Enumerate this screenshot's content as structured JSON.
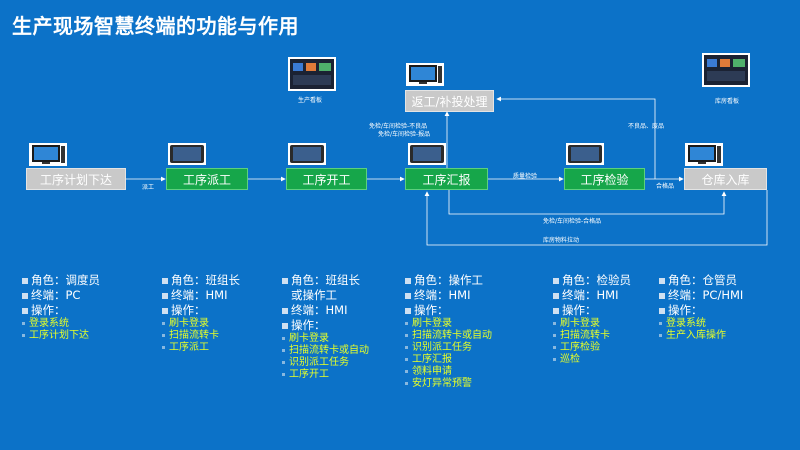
{
  "title": "生产现场智慧终端的功能与作用",
  "nodes": {
    "plan": "工序计划下达",
    "dispatch": "工序派工",
    "start": "工序开工",
    "report": "工序汇报",
    "inspect": "工序检验",
    "store": "仓库入库",
    "rework": "返工/补投处理"
  },
  "captions": {
    "prod_board": "生产看板",
    "wh_board": "库房看板"
  },
  "flow_labels": {
    "dispatch": "派工",
    "rework_bad": "免检/车间检验-不良品",
    "rework_scrap": "免检/车间检验-报品",
    "quality": "质量检验",
    "bad_scrap": "不良品、废品",
    "qualified": "合格品",
    "exempt_ok": "免检/车间检验-合格品",
    "material": "库房物料拉动"
  },
  "roles": [
    {
      "role": "角色：调度员",
      "term": "终端：PC",
      "op": "操作：",
      "actions": [
        "登录系统",
        "工序计划下达"
      ]
    },
    {
      "role": "角色：班组长",
      "term": "终端：HMI",
      "op": "操作：",
      "actions": [
        "刷卡登录",
        "扫描流转卡",
        "工序派工"
      ]
    },
    {
      "role": "角色：班组长",
      "role2": "或操作工",
      "term": "终端：HMI",
      "op": "操作：",
      "actions": [
        "刷卡登录",
        "扫描流转卡或自动",
        "识别派工任务",
        "工序开工"
      ]
    },
    {
      "role": "角色：操作工",
      "term": "终端：HMI",
      "op": "操作：",
      "actions": [
        "刷卡登录",
        "扫描流转卡或自动",
        "识别派工任务",
        "工序汇报",
        "领料申请",
        "安灯异常预警"
      ]
    },
    {
      "role": "角色：检验员",
      "term": "终端：HMI",
      "op": "操作：",
      "actions": [
        "刷卡登录",
        "扫描流转卡",
        "工序检验",
        "巡检"
      ]
    },
    {
      "role": "角色：仓管员",
      "term": "终端：PC/HMI",
      "op": "操作：",
      "actions": [
        "登录系统",
        "生产入库操作"
      ]
    }
  ],
  "colors": {
    "background": "#0c72c8",
    "process_green": "#16a64a",
    "process_grey": "#c9c9c9",
    "action_yellow": "#e6ff28"
  },
  "icons": [
    "pc-monitor-icon",
    "hmi-tablet-icon",
    "dashboard-screen-icon"
  ]
}
